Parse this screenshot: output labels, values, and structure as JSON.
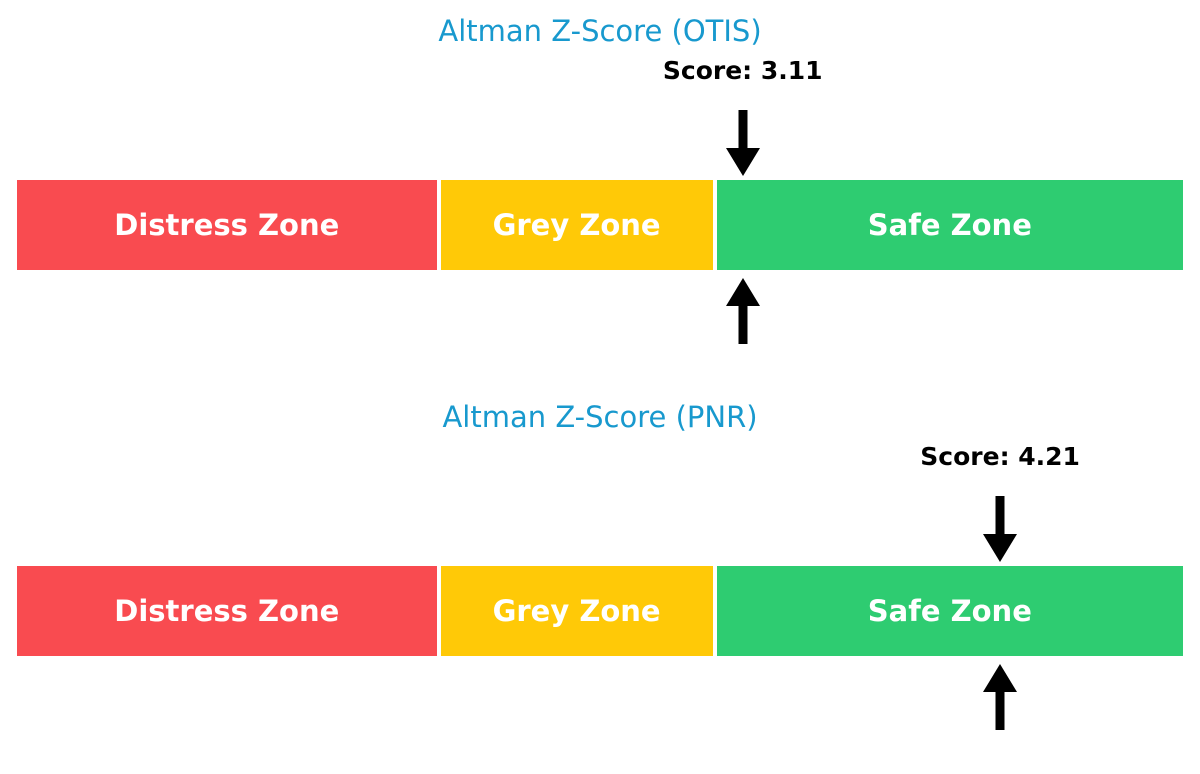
{
  "page": {
    "background_color": "#FFFFFF"
  },
  "chart_data": [
    {
      "type": "bar",
      "variant": "zone-indicator-gauge",
      "title": "Altman Z-Score (OTIS)",
      "title_color": "#1899CE",
      "score": 3.11,
      "score_label": "Score: 3.11",
      "axis_range": [
        0,
        5
      ],
      "marker_color": "#000000",
      "zone_label_color": "#FFFFFF",
      "zones": [
        {
          "label": "Distress Zone",
          "from": 0,
          "to": 1.81,
          "color": "#F94B50"
        },
        {
          "label": "Grey Zone",
          "from": 1.81,
          "to": 2.99,
          "color": "#FFC907"
        },
        {
          "label": "Safe Zone",
          "from": 2.99,
          "to": 5,
          "color": "#2ECC71"
        }
      ]
    },
    {
      "type": "bar",
      "variant": "zone-indicator-gauge",
      "title": "Altman Z-Score (PNR)",
      "title_color": "#1899CE",
      "score": 4.21,
      "score_label": "Score: 4.21",
      "axis_range": [
        0,
        5
      ],
      "marker_color": "#000000",
      "zone_label_color": "#FFFFFF",
      "zones": [
        {
          "label": "Distress Zone",
          "from": 0,
          "to": 1.81,
          "color": "#F94B50"
        },
        {
          "label": "Grey Zone",
          "from": 1.81,
          "to": 2.99,
          "color": "#FFC907"
        },
        {
          "label": "Safe Zone",
          "from": 2.99,
          "to": 5,
          "color": "#2ECC71"
        }
      ]
    }
  ]
}
